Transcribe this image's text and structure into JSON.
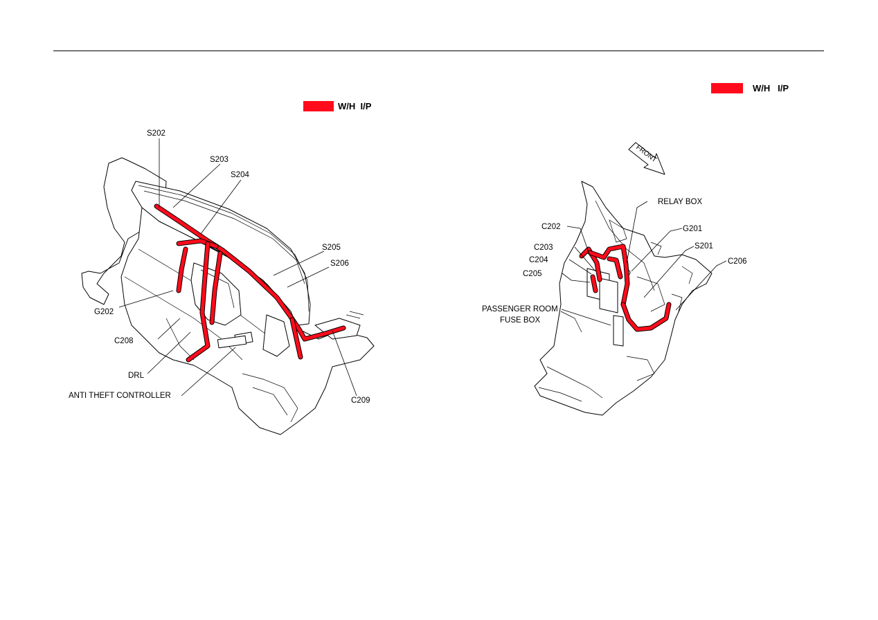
{
  "legend": {
    "color": "#ff0b1b",
    "left_label": "W/H  I/P",
    "right_label": "W/H   I/P"
  },
  "left_diagram": {
    "callouts": {
      "s202": "S202",
      "s203": "S203",
      "s204": "S204",
      "s205": "S205",
      "s206": "S206",
      "g202": "G202",
      "c208": "C208",
      "drl": "DRL",
      "anti_theft": "ANTI THEFT CONTROLLER",
      "c209": "C209"
    }
  },
  "right_diagram": {
    "front_arrow": "FRONT",
    "callouts": {
      "relay_box": "RELAY BOX",
      "c202": "C202",
      "g201": "G201",
      "c203": "C203",
      "s201": "S201",
      "c204": "C204",
      "c206": "C206",
      "c205": "C205",
      "fuse_box_line1": "PASSENGER ROOM",
      "fuse_box_line2": "FUSE BOX"
    }
  }
}
